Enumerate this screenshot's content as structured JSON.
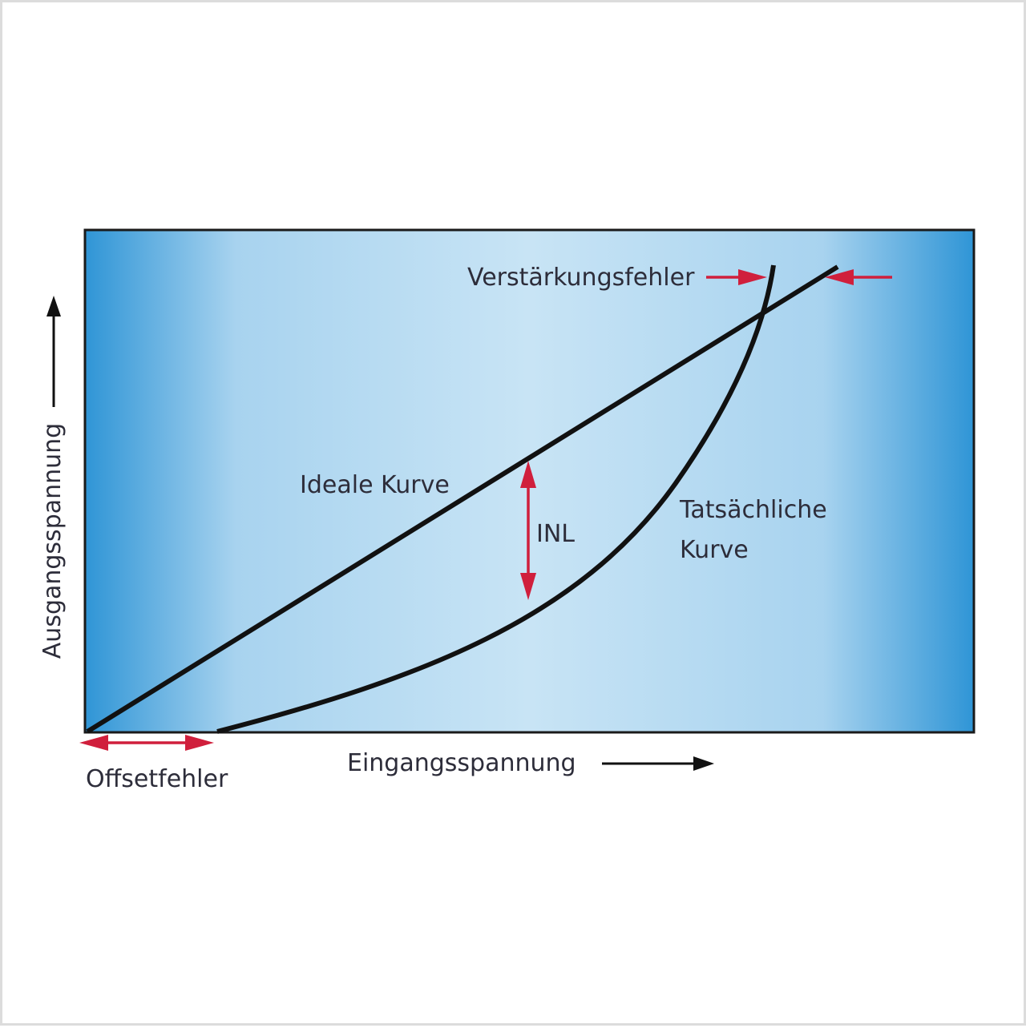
{
  "diagram": {
    "x_axis_label": "Eingangsspannung",
    "y_axis_label": "Ausgangsspannung",
    "ideal_curve_label": "Ideale Kurve",
    "actual_curve_label_line1": "Tatsächliche",
    "actual_curve_label_line2": "Kurve",
    "inl_label": "INL",
    "gain_error_label": "Verstärkungsfehler",
    "offset_error_label": "Offsetfehler"
  },
  "colors": {
    "curve": "#111111",
    "annotation_arrow": "#d01f3c",
    "axis_arrow": "#111111",
    "plot_border": "#1a1a1a",
    "gradient_edge": "#2f95d6",
    "gradient_center": "#c8e4f5"
  }
}
